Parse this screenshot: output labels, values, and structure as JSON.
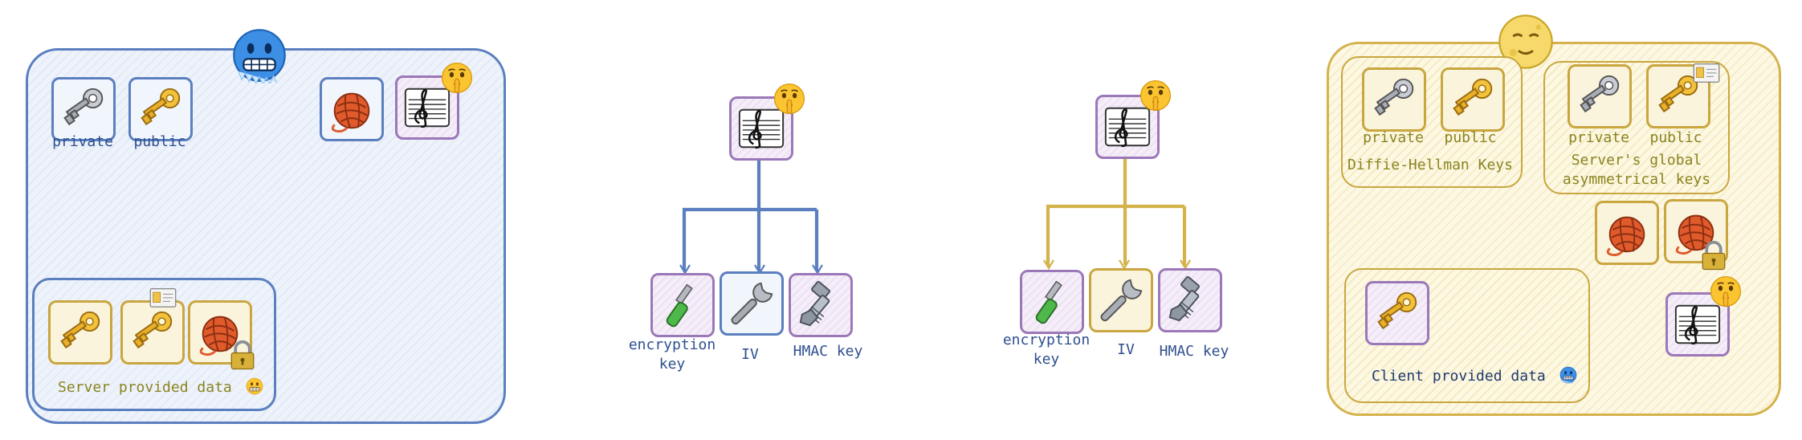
{
  "server_side": {
    "key_labels": [
      "private",
      "public"
    ],
    "provided_data_label": "Server provided data",
    "status_emoji": "frozen-face-icon"
  },
  "server_derivation": {
    "children": [
      "encryption key",
      "IV",
      "HMAC key"
    ]
  },
  "client_derivation": {
    "children": [
      "encryption key",
      "IV",
      "HMAC key"
    ]
  },
  "client_side": {
    "dh_key_labels": [
      "private",
      "public"
    ],
    "dh_group_label": "Diffie-Hellman Keys",
    "server_key_labels": [
      "private",
      "public"
    ],
    "server_group_label": "Server's global asymmetrical keys",
    "provided_data_label": "Client provided data",
    "status_emoji": "full-moon-face-icon"
  },
  "colors": {
    "blue_stroke": "#5b7fbf",
    "yellow_stroke": "#d4b24c",
    "purple_stroke": "#9b78b8",
    "blue_text": "#2f4f8f",
    "olive_text": "#8a8420"
  }
}
